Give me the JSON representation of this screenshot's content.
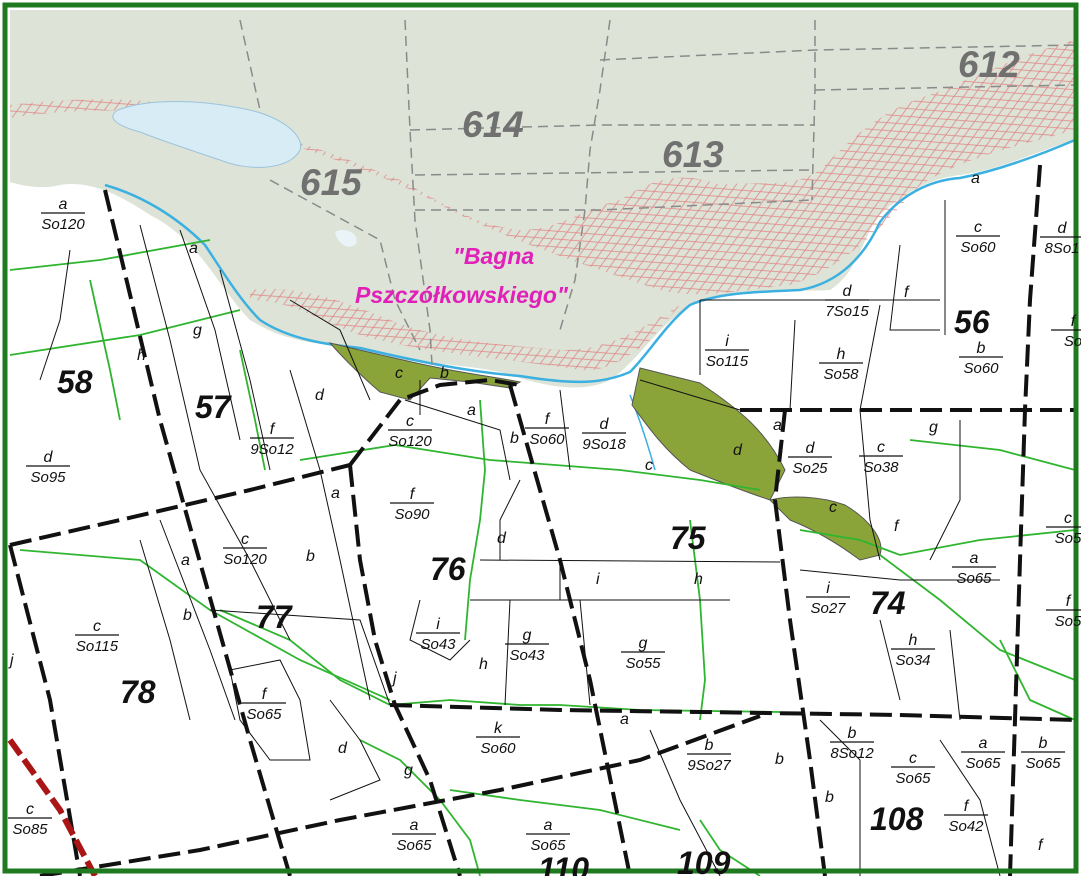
{
  "map": {
    "reserve": {
      "line1": "\"Bagna",
      "line2": "Pszczółkowskiego\""
    },
    "compartments": [
      "612",
      "613",
      "614",
      "615"
    ],
    "sections": [
      "56",
      "57",
      "58",
      "74",
      "75",
      "76",
      "77",
      "78",
      "108",
      "109",
      "110"
    ],
    "subdivisions": [
      {
        "letter": "a",
        "class": "So120"
      },
      {
        "letter": "d",
        "class": "So95"
      },
      {
        "letter": "f",
        "class": "9So12"
      },
      {
        "letter": "c",
        "class": "So120"
      },
      {
        "letter": "c",
        "class": "So120"
      },
      {
        "letter": "c",
        "class": "So115"
      },
      {
        "letter": "f",
        "class": "So65"
      },
      {
        "letter": "c",
        "class": "So85"
      },
      {
        "letter": "f",
        "class": "So90"
      },
      {
        "letter": "f",
        "class": "So60"
      },
      {
        "letter": "d",
        "class": "9So18"
      },
      {
        "letter": "i",
        "class": "So43"
      },
      {
        "letter": "g",
        "class": "So43"
      },
      {
        "letter": "g",
        "class": "So55"
      },
      {
        "letter": "k",
        "class": "So60"
      },
      {
        "letter": "a",
        "class": "So65"
      },
      {
        "letter": "a",
        "class": "So65"
      },
      {
        "letter": "i",
        "class": "So115"
      },
      {
        "letter": "h",
        "class": "So58"
      },
      {
        "letter": "d",
        "class": "7So15"
      },
      {
        "letter": "c",
        "class": "So60"
      },
      {
        "letter": "d",
        "class": "8So1"
      },
      {
        "letter": "b",
        "class": "So60"
      },
      {
        "letter": "f",
        "class": "So"
      },
      {
        "letter": "d",
        "class": "So25"
      },
      {
        "letter": "c",
        "class": "So38"
      },
      {
        "letter": "i",
        "class": "So27"
      },
      {
        "letter": "h",
        "class": "So34"
      },
      {
        "letter": "a",
        "class": "So65"
      },
      {
        "letter": "c",
        "class": "So5"
      },
      {
        "letter": "f",
        "class": "So5"
      },
      {
        "letter": "b",
        "class": "9So27"
      },
      {
        "letter": "b",
        "class": "8So12"
      },
      {
        "letter": "c",
        "class": "So65"
      },
      {
        "letter": "a",
        "class": "So65"
      },
      {
        "letter": "b",
        "class": "So65"
      },
      {
        "letter": "f",
        "class": "So42"
      }
    ],
    "letters": [
      "a",
      "h",
      "g",
      "b",
      "d",
      "a",
      "c",
      "b",
      "a",
      "b",
      "c",
      "d",
      "a",
      "b",
      "j",
      "h",
      "g",
      "d",
      "a",
      "b",
      "b",
      "a",
      "g",
      "f",
      "c",
      "i",
      "h",
      "j",
      "d",
      "f",
      "a",
      "f"
    ],
    "colors": {
      "frame": "#1f7a1f",
      "wetland": "#dde3d6",
      "hatch": "#e08a8a",
      "river": "#3cb0e0",
      "water": "#d8ecf6",
      "highlight": "#8aa43a",
      "boundary": "#111111",
      "trail": "#2fb52f",
      "railway": "#aa1616"
    }
  }
}
